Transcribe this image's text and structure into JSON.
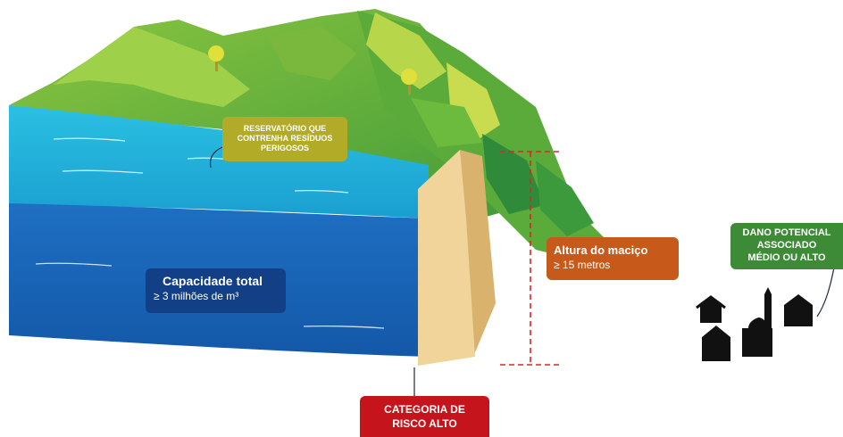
{
  "labels": {
    "reservoir": [
      "RESERVATÓRIO QUE",
      "CONTRENHA RESÍDUOS",
      "PERIGOSOS"
    ],
    "capacity_title": "Capacidade total",
    "capacity_value": "≥ 3 milhões de m³",
    "height_title": "Altura do maciço",
    "height_value": "≥ 15 metros",
    "category": [
      "CATEGORIA DE",
      "RISCO ALTO"
    ],
    "damage": [
      "DANO POTENCIAL",
      "ASSOCIADO",
      "MÉDIO OU ALTO"
    ]
  },
  "colors": {
    "reservoir_callout": "#b2ab27",
    "capacity_callout": "#123f86",
    "height_callout": "#c75a1a",
    "category_callout": "#c5141b",
    "damage_callout": "#3d8b37",
    "measure_line": "#e02424",
    "light_water": "#1fb2d9",
    "deep_water": "#1664b8",
    "dam_wall": "#f0d49a"
  }
}
